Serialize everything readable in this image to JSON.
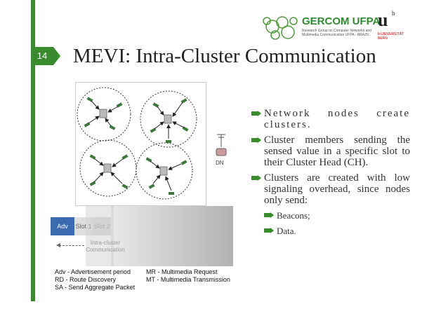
{
  "slide": {
    "number": "14",
    "title": "MEVI: Intra-Cluster Communication"
  },
  "logos": {
    "gercom_name": "GERCOM UFPA",
    "gercom_sub": "Research Group on Computer Networks and Multimedia Communication UFPA - BRAZIL",
    "ub_letter": "u",
    "ub_sup": "b",
    "ub_text": "b UNIVERSITÄT BERN"
  },
  "diagram": {
    "dn_label": "DN"
  },
  "timeline": {
    "adv": "Adv",
    "slot1": "Slot 1",
    "slot2": "Slot 2",
    "intra": "Intra-cluster Communication"
  },
  "legend": {
    "adv": "Adv - Advertisement period",
    "rd": "RD - Route Discovery",
    "sa": "SA - Send Aggregate Packet",
    "mr": "MR - Multimedia Request",
    "mt": "MT - Multimedia Transmission"
  },
  "bullets": [
    "Network nodes create clusters.",
    "Cluster members sending the sensed value in a specific slot to their Cluster Head (CH).",
    "Clusters are created with low signaling overhead, since nodes only send:"
  ],
  "sub_bullets": [
    "Beacons;",
    "Data."
  ],
  "colors": {
    "accent": "#3a8a2e",
    "adv_slot": "#3a6bb0"
  }
}
